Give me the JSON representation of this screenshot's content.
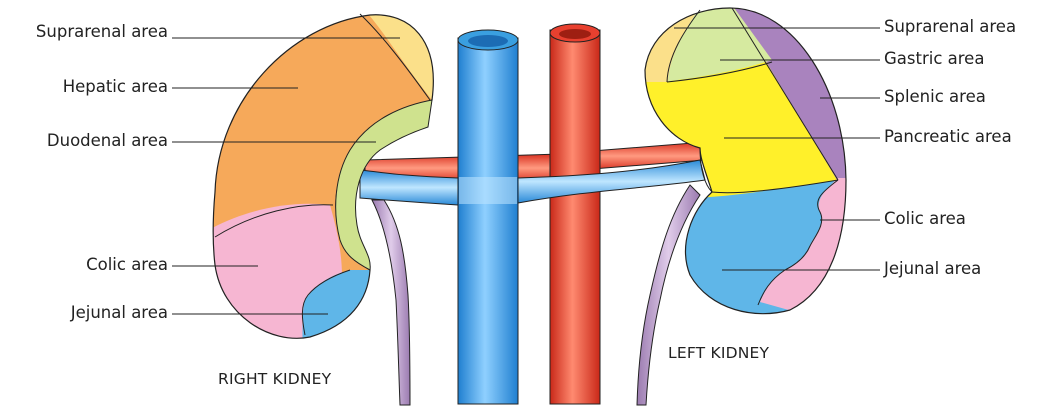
{
  "labels": {
    "right": {
      "suprarenal": "Suprarenal area",
      "hepatic": "Hepatic area",
      "duodenal": "Duodenal area",
      "colic": "Colic area",
      "jejunal": "Jejunal area"
    },
    "left": {
      "suprarenal": "Suprarenal area",
      "gastric": "Gastric area",
      "splenic": "Splenic area",
      "pancreatic": "Pancreatic area",
      "colic": "Colic area",
      "jejunal": "Jejunal area"
    }
  },
  "captions": {
    "right_kidney": "RIGHT KIDNEY",
    "left_kidney": "LEFT KIDNEY"
  },
  "colors": {
    "hepatic": "#f6a95a",
    "suprarenal": "#fbe08a",
    "duodenal": "#cfe28e",
    "colic": "#f6b6d2",
    "jejunal": "#5fb6e8",
    "gastric": "#d6eaa0",
    "splenic": "#a983be",
    "pancreatic": "#fff02a",
    "ivc": "#3a9fe0",
    "aorta": "#e8402f",
    "ureter": "#c3a6cf"
  }
}
